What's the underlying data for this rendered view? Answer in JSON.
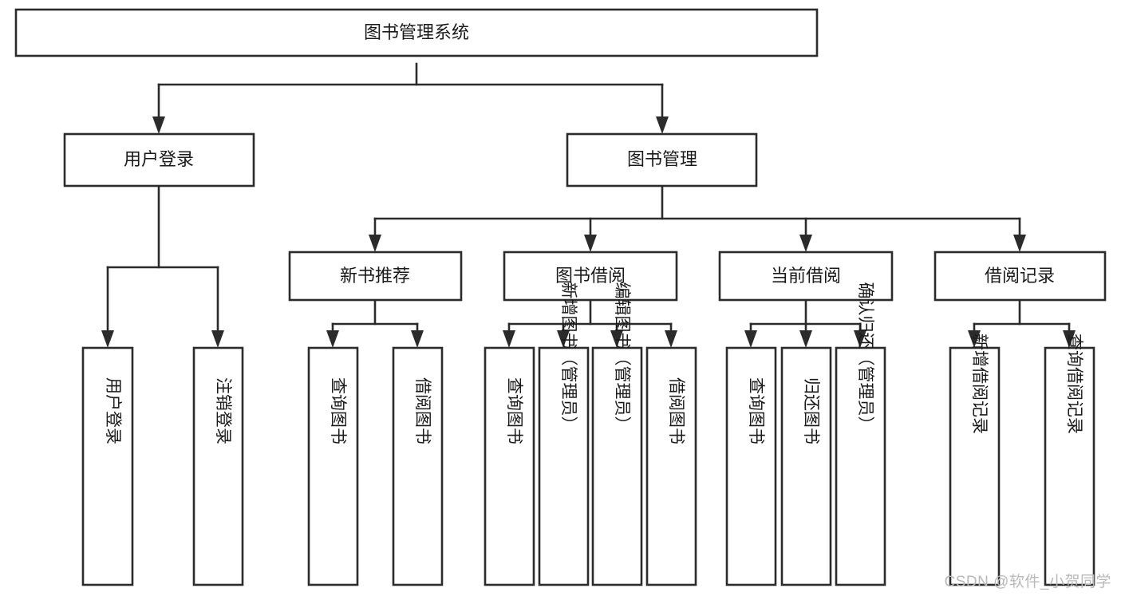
{
  "diagram": {
    "title": "图书管理系统",
    "type": "tree-hierarchy",
    "watermark": "CSDN @软件_小贺同学",
    "colors": {
      "stroke": "#2b2b2b",
      "fill": "#ffffff",
      "text": "#1a1a1a",
      "watermark": "#b9b9b9"
    },
    "levels": {
      "level1": [
        {
          "id": "root",
          "label": "图书管理系统"
        }
      ],
      "level2": [
        {
          "id": "user-login",
          "label": "用户登录",
          "parent": "root"
        },
        {
          "id": "book-manage",
          "label": "图书管理",
          "parent": "root"
        }
      ],
      "level3": [
        {
          "id": "new-book-rec",
          "label": "新书推荐",
          "parent": "book-manage"
        },
        {
          "id": "book-borrow",
          "label": "图书借阅",
          "parent": "book-manage"
        },
        {
          "id": "current-borrow",
          "label": "当前借阅",
          "parent": "book-manage"
        },
        {
          "id": "borrow-record",
          "label": "借阅记录",
          "parent": "book-manage"
        }
      ],
      "leaves": [
        {
          "id": "leaf-user-login",
          "label": "用户登录",
          "parent": "user-login"
        },
        {
          "id": "leaf-user-logout",
          "label": "注销登录",
          "parent": "user-login"
        },
        {
          "id": "leaf-query-book-1",
          "label": "查询图书",
          "parent": "new-book-rec"
        },
        {
          "id": "leaf-borrow-book-1",
          "label": "借阅图书",
          "parent": "new-book-rec"
        },
        {
          "id": "leaf-query-book-2",
          "label": "查询图书",
          "parent": "book-borrow"
        },
        {
          "id": "leaf-add-book",
          "label": "新增图书（管理员）",
          "parent": "book-borrow"
        },
        {
          "id": "leaf-edit-book",
          "label": "编辑图书（管理员）",
          "parent": "book-borrow"
        },
        {
          "id": "leaf-borrow-book-2",
          "label": "借阅图书",
          "parent": "book-borrow"
        },
        {
          "id": "leaf-query-book-3",
          "label": "查询图书",
          "parent": "current-borrow"
        },
        {
          "id": "leaf-return-book",
          "label": "归还图书",
          "parent": "current-borrow"
        },
        {
          "id": "leaf-confirm-return",
          "label": "确认归还（管理员）",
          "parent": "current-borrow"
        },
        {
          "id": "leaf-add-record",
          "label": "新增借阅记录",
          "parent": "borrow-record"
        },
        {
          "id": "leaf-query-record",
          "label": "查询借阅记录",
          "parent": "borrow-record"
        }
      ]
    }
  }
}
